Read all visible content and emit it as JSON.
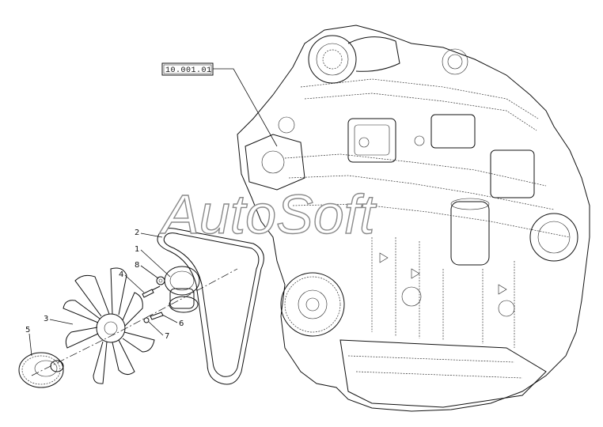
{
  "reference_label": "10.001.01",
  "watermark": "AutoSoft",
  "callouts": {
    "c1": "1",
    "c2": "2",
    "c3": "3",
    "c4": "4",
    "c5": "5",
    "c6": "6",
    "c7": "7",
    "c8": "8"
  }
}
